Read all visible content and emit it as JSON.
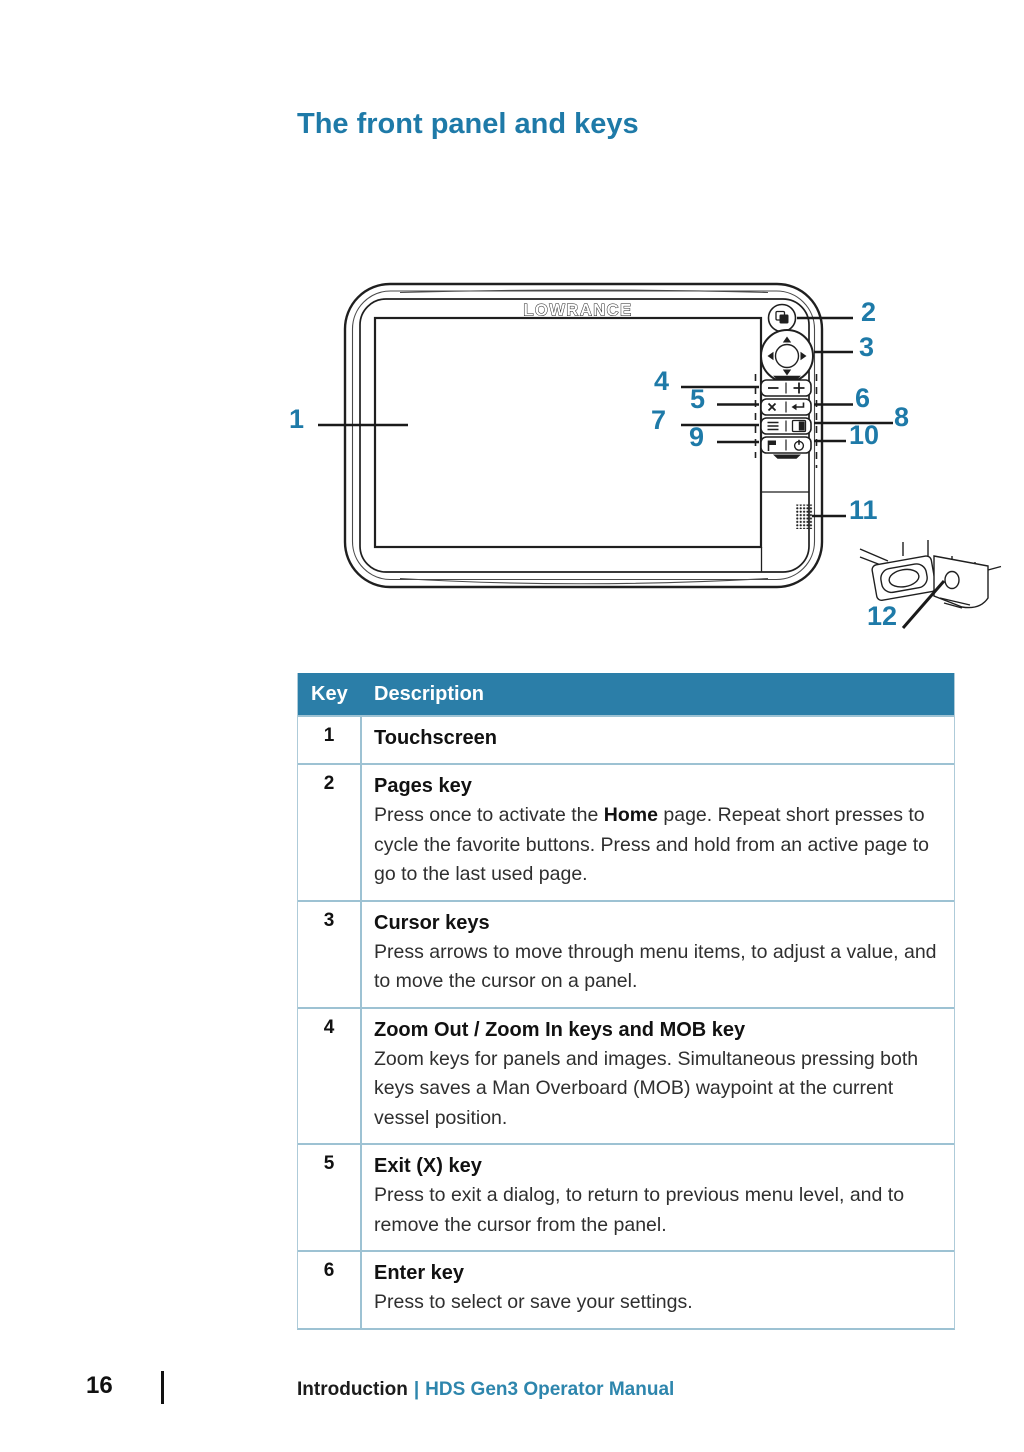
{
  "page": {
    "title": "The front panel and keys",
    "footer": {
      "page_number": "16",
      "divider": "|",
      "section": "Introduction",
      "separator": "|",
      "manual": "HDS Gen3 Operator Manual"
    }
  },
  "diagram": {
    "brand": "LOWRANCE",
    "callouts": {
      "c1": "1",
      "c2": "2",
      "c3": "3",
      "c4": "4",
      "c5": "5",
      "c6": "6",
      "c7": "7",
      "c8": "8",
      "c9": "9",
      "c10": "10",
      "c11": "11",
      "c12": "12"
    },
    "icon_names": [
      "pages-key-icon",
      "cursor-pad-icon",
      "zoom-out-minus-icon",
      "zoom-in-plus-icon",
      "exit-x-icon",
      "enter-arrow-icon",
      "menu-lines-icon",
      "panel-split-icon",
      "waypoint-flag-icon",
      "power-icon",
      "speaker-grille",
      "card-reader-door"
    ],
    "accent_blue": "#1e7aa8",
    "line_color": "#1f1f1f"
  },
  "table": {
    "headers": [
      "Key",
      "Description"
    ],
    "header_bg": "#2b7ea8",
    "border_color": "#9dc2d3",
    "rows": [
      {
        "key": "1",
        "title": "Touchscreen",
        "parts": []
      },
      {
        "key": "2",
        "title": "Pages key",
        "parts": [
          {
            "text": "Press once to activate the ",
            "bold": false
          },
          {
            "text": "Home",
            "bold": true
          },
          {
            "text": " page. Repeat short presses to cycle the favorite buttons. Press and hold from an active page to go to the last used page.",
            "bold": false
          }
        ]
      },
      {
        "key": "3",
        "title": "Cursor keys",
        "parts": [
          {
            "text": "Press arrows to move through menu items, to adjust a value, and to move the cursor on a panel.",
            "bold": false
          }
        ]
      },
      {
        "key": "4",
        "title": "Zoom Out / Zoom In keys and MOB key",
        "parts": [
          {
            "text": "Zoom keys for panels and images. Simultaneous pressing both keys saves a Man Overboard (MOB) waypoint at the current vessel position.",
            "bold": false
          }
        ]
      },
      {
        "key": "5",
        "title": "Exit (X) key",
        "parts": [
          {
            "text": "Press to exit a dialog, to return to previous menu level, and to remove the cursor from the panel.",
            "bold": false
          }
        ]
      },
      {
        "key": "6",
        "title": "Enter key",
        "parts": [
          {
            "text": "Press to select or save your settings.",
            "bold": false
          }
        ]
      }
    ]
  }
}
